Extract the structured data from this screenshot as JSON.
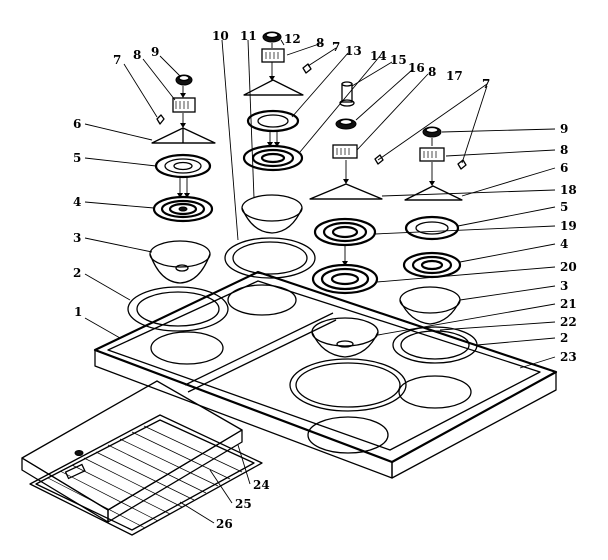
{
  "diagram": {
    "callouts": {
      "c1": "1",
      "c2a": "2",
      "c2b": "2",
      "c3a": "3",
      "c3b": "3",
      "c4a": "4",
      "c4b": "4",
      "c5a": "5",
      "c5b": "5",
      "c6a": "6",
      "c6b": "6",
      "c7a": "7",
      "c7b": "7",
      "c7c": "7",
      "c8a": "8",
      "c8b": "8",
      "c8c": "8",
      "c8d": "8",
      "c9a": "9",
      "c9b": "9",
      "c10": "10",
      "c11": "11",
      "c12": "12",
      "c13": "13",
      "c14": "14",
      "c15": "15",
      "c16": "16",
      "c17": "17",
      "c18": "18",
      "c19": "19",
      "c20": "20",
      "c21": "21",
      "c22": "22",
      "c23": "23",
      "c24": "24",
      "c25": "25",
      "c26": "26"
    }
  }
}
